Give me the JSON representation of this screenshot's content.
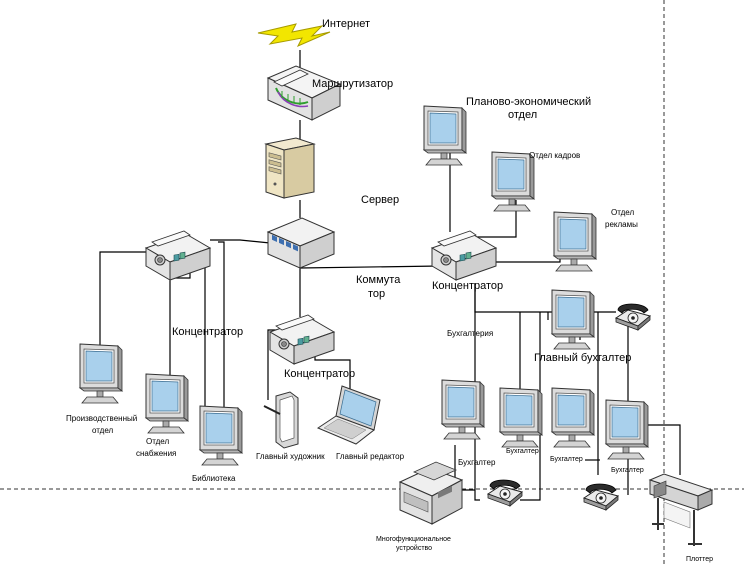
{
  "labels": {
    "internet": "Интернет",
    "router": "Маршрутизатор",
    "server": "Сервер",
    "switch_line1": "Коммута",
    "switch_line2": "тор",
    "hub_left": "Концентратор",
    "hub_center": "Концентратор",
    "hub_right": "Концентратор",
    "plan_dept_line1": "Планово-экономический",
    "plan_dept_line2": "отдел",
    "hr_dept": "Отдел кадров",
    "ads_dept_line1": "Отдел",
    "ads_dept_line2": "рекламы",
    "accounting": "Бухгалтерия",
    "chief_accountant": "Главный бухгалтер",
    "production_line1": "Производственный",
    "production_line2": "отдел",
    "supply_line1": "Отдел",
    "supply_line2": "снабжения",
    "library": "Библиотека",
    "chief_artist": "Главный художник",
    "chief_editor": "Главный редактор",
    "accountant_1": "Бухгалтер",
    "accountant_2": "Бухгалтер",
    "accountant_3": "Бухгалтер",
    "accountant_4": "Бухгалтер",
    "mfp_line1": "Многофункциональное",
    "mfp_line2": "устройство",
    "plotter": "Плоттер"
  },
  "icons": [
    "lightning-icon",
    "router-icon",
    "server-icon",
    "switch-icon",
    "hub-icon",
    "monitor-icon",
    "tablet-icon",
    "laptop-icon",
    "telephone-icon",
    "printer-icon",
    "plotter-icon"
  ],
  "colors": {
    "line": "#000000",
    "lightning": "#f2e600",
    "device_face": "#f4f4f4",
    "device_shade": "#cfcfcf",
    "screen": "#a9d0ec"
  }
}
